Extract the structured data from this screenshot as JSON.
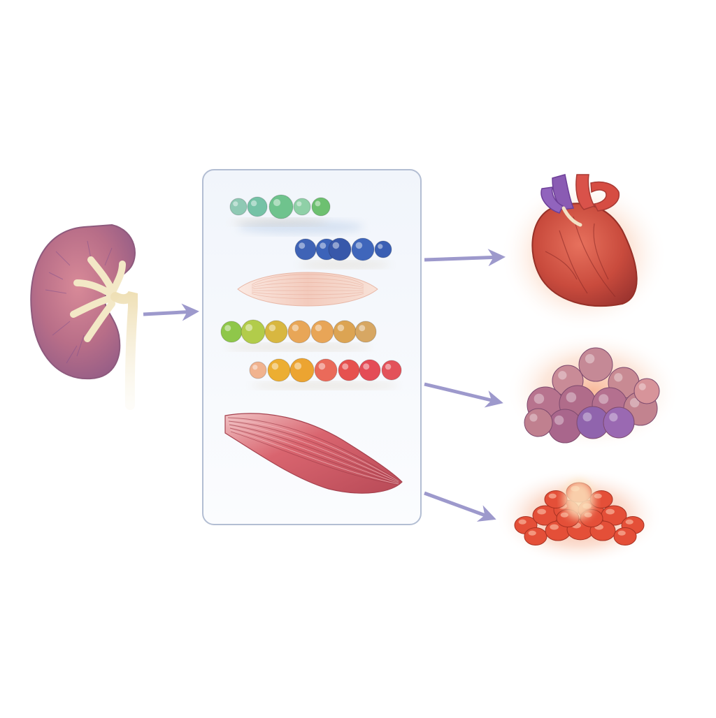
{
  "diagram": {
    "source": {
      "kind": "kidney-illustration"
    },
    "panel": {
      "items": [
        {
          "kind": "bead-chain",
          "colors": [
            "#8fc9b4",
            "#75c2a6",
            "#6fc38d",
            "#8fd0a7",
            "#6dc070"
          ]
        },
        {
          "kind": "bead-chain",
          "colors": [
            "#3f63b6",
            "#3c63b9",
            "#3858aa",
            "#3f66bb",
            "#3a5fb4"
          ]
        },
        {
          "kind": "fiber-bundle",
          "color": "#f3cbbd"
        },
        {
          "kind": "bead-chain",
          "colors": [
            "#8fc74a",
            "#b2cc4a",
            "#d8b740",
            "#e8a657",
            "#e8a557",
            "#dca453",
            "#d7a763"
          ]
        },
        {
          "kind": "bead-chain",
          "colors": [
            "#f1b38f",
            "#ecae32",
            "#eca431",
            "#ea6a5a",
            "#e6514f",
            "#e44c57",
            "#e3525a"
          ]
        },
        {
          "kind": "muscle-fiber",
          "color": "#d9656f"
        }
      ]
    },
    "targets": [
      {
        "kind": "heart-illustration",
        "color": "#c94b3d"
      },
      {
        "kind": "cell-cluster",
        "color": "#b36a86"
      },
      {
        "kind": "inflamed-cluster",
        "color": "#e44f38"
      }
    ],
    "arrow_color": "#8d88c4"
  }
}
